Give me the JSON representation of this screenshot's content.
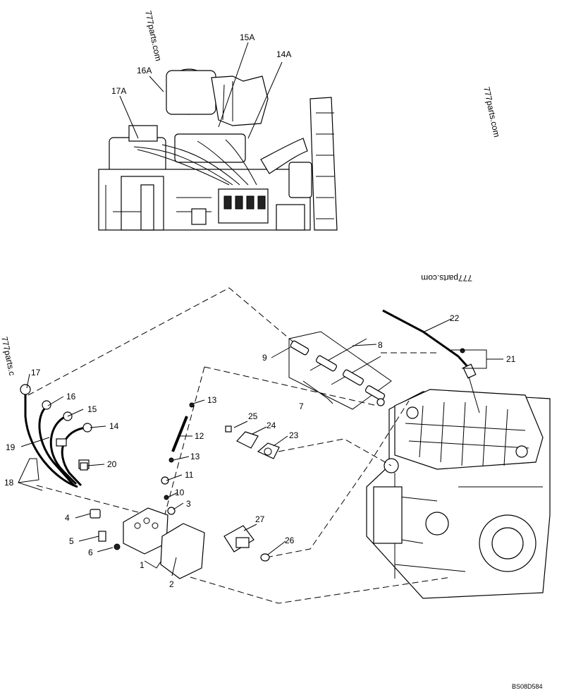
{
  "watermarks": [
    "777parts.com",
    "777parts.com",
    "777parts.com",
    "777parts.c"
  ],
  "drawing_code": "BS08D584",
  "photo_callouts": [
    "15A",
    "14A",
    "16A",
    "17A"
  ],
  "callouts": [
    "1",
    "2",
    "3",
    "4",
    "5",
    "6",
    "7",
    "8",
    "9",
    "10",
    "11",
    "12",
    "13",
    "13",
    "14",
    "15",
    "16",
    "17",
    "18",
    "19",
    "20",
    "21",
    "22",
    "23",
    "24",
    "25",
    "26",
    "27"
  ]
}
